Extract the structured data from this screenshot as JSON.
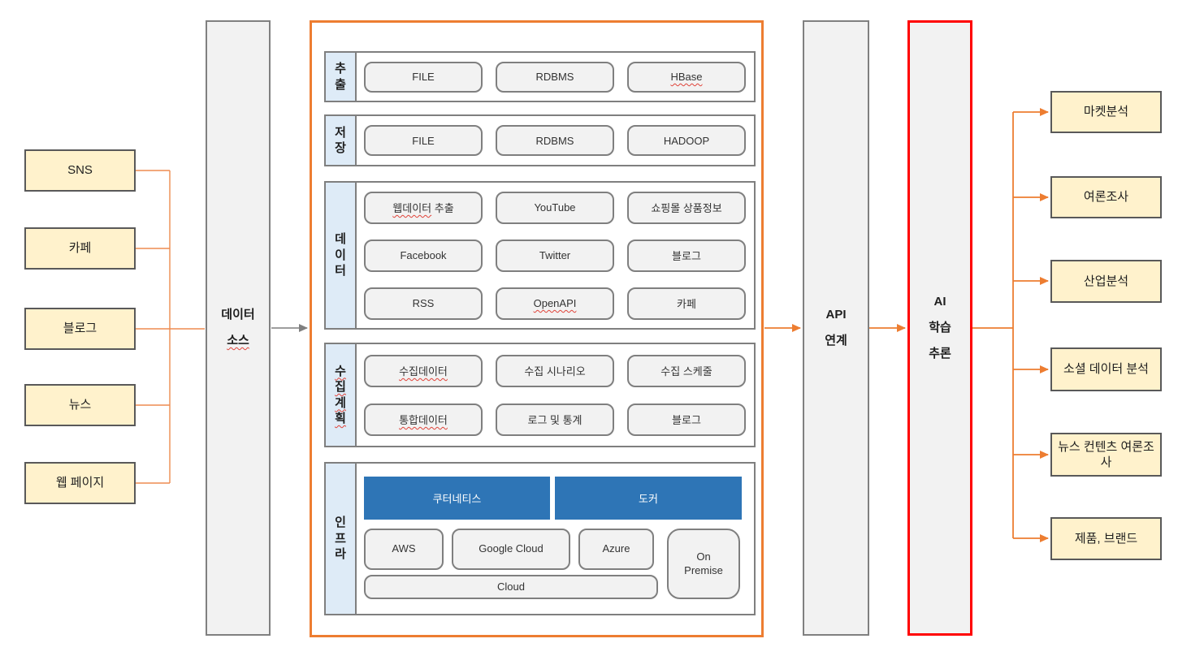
{
  "sources": {
    "items": [
      "SNS",
      "카페",
      "블로그",
      "뉴스",
      "웹 페이지"
    ]
  },
  "data_source": {
    "lines": [
      "데이터",
      "소스"
    ]
  },
  "pipeline": {
    "extract": {
      "label": "추출",
      "items": [
        "FILE",
        "RDBMS",
        "HBase"
      ]
    },
    "store": {
      "label": "저장",
      "items": [
        "FILE",
        "RDBMS",
        "HADOOP"
      ]
    },
    "data": {
      "label": "데이터",
      "items": [
        {
          "squiggled": "웹데이터",
          "rest": " 추출"
        },
        "YouTube",
        "쇼핑몰 상품정보",
        "Facebook",
        "Twitter",
        "블로그",
        "RSS",
        "OpenAPI",
        "카페"
      ]
    },
    "plan": {
      "label": "수집계획",
      "items": [
        "수집데이터",
        "수집 시나리오",
        "수집 스케줄",
        "통합데이터",
        "로그 및 통계",
        "블로그"
      ]
    },
    "infra": {
      "label": "인프라",
      "kubernetes": "쿠터네티스",
      "docker": "도커",
      "aws": "AWS",
      "google_cloud": "Google Cloud",
      "azure": "Azure",
      "on_premise": "On Premise",
      "cloud": "Cloud"
    }
  },
  "api": {
    "lines": [
      "API",
      "연계"
    ]
  },
  "ai": {
    "lines": [
      "AI",
      "학습",
      "추론"
    ]
  },
  "outputs": {
    "items": [
      "마켓분석",
      "여론조사",
      "산업분석",
      "소셜 데이터 분석",
      "뉴스 컨텐츠 여론조사",
      "제품, 브랜드"
    ]
  },
  "colors": {
    "accent_orange": "#ED7D31",
    "source_yellow": "#FFF2CC",
    "section_label_blue": "#DEEBF7",
    "infra_blue": "#2E75B6",
    "ai_border_red": "#FF0000",
    "box_gray_fill": "#F2F2F2",
    "border_gray": "#7F7F7F"
  }
}
